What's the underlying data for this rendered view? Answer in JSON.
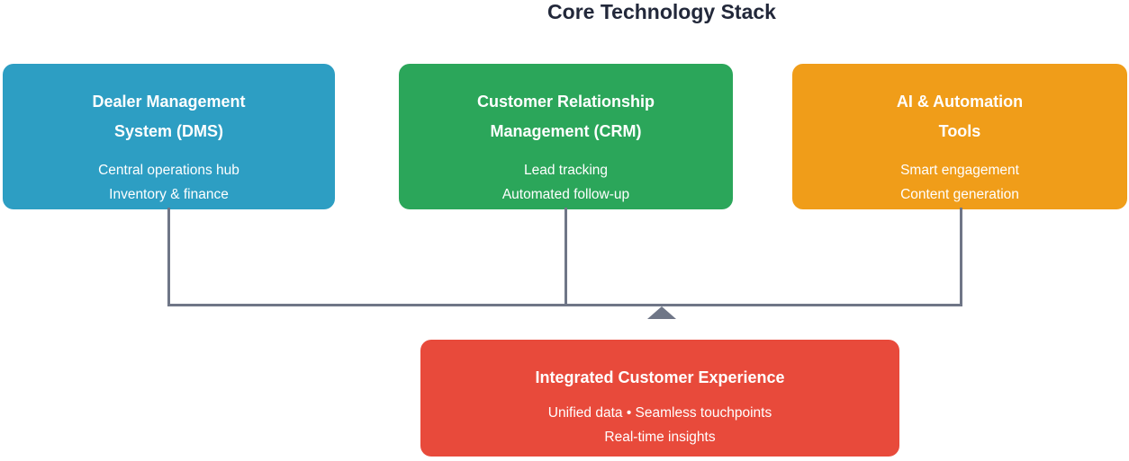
{
  "title": "Core Technology Stack",
  "colors": {
    "background": "#ffffff",
    "title_text": "#22283a",
    "node_text": "#ffffff",
    "connector": "#6f7687",
    "dms_fill": "#2d9ec3",
    "crm_fill": "#2ba65a",
    "ai_fill": "#f09d19",
    "result_fill": "#e84a3b"
  },
  "nodes": {
    "dms": {
      "title_line1": "Dealer Management",
      "title_line2": "System (DMS)",
      "body_line1": "Central operations hub",
      "body_line2": "Inventory & finance"
    },
    "crm": {
      "title_line1": "Customer Relationship",
      "title_line2": "Management (CRM)",
      "body_line1": "Lead tracking",
      "body_line2": "Automated follow-up"
    },
    "ai": {
      "title_line1": "AI & Automation",
      "title_line2": "Tools",
      "body_line1": "Smart engagement",
      "body_line2": "Content generation"
    },
    "result": {
      "title": "Integrated Customer Experience",
      "body_line1": "Unified data • Seamless touchpoints",
      "body_line2": "Real-time insights"
    }
  },
  "connections": {
    "sources": [
      "dms",
      "crm",
      "ai"
    ],
    "target": "result",
    "arrow_direction": "up"
  }
}
